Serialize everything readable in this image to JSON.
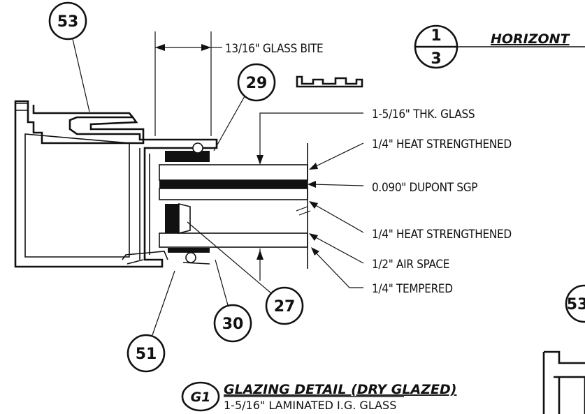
{
  "dimension": {
    "glass_bite": "13/16\" GLASS BITE"
  },
  "callouts": [
    "1-5/16\" THK. GLASS",
    "1/4\" HEAT STRENGTHENED",
    "0.090\" DUPONT SGP",
    "1/4\" HEAT STRENGTHENED",
    "1/2\" AIR SPACE",
    "1/4\" TEMPERED"
  ],
  "balloons": {
    "b53": "53",
    "b29": "29",
    "b27": "27",
    "b30": "30",
    "b51": "51",
    "b53_partial": "53"
  },
  "section_ref": {
    "top": "1",
    "bottom": "3",
    "title": "HORIZONT"
  },
  "detail": {
    "tag": "G1",
    "title": "GLAZING DETAIL (DRY GLAZED)",
    "subtitle": "1-5/16\" LAMINATED I.G. GLASS"
  }
}
